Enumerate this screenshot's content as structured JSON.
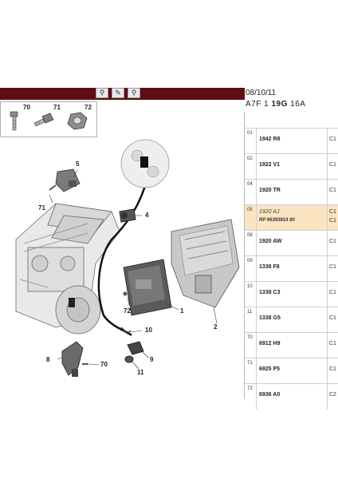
{
  "toolbar": {
    "buttons": [
      {
        "icon": "zoom-icon",
        "glyph": "⚲"
      },
      {
        "icon": "pen-icon",
        "glyph": "✎"
      },
      {
        "icon": "zoom-plus-icon",
        "glyph": "⚲"
      }
    ]
  },
  "header": {
    "date": "08/10/11",
    "code_prefix": "A7F 1",
    "code_bold": "19G",
    "code_suffix": "16A"
  },
  "parts_box": {
    "callouts": [
      "70",
      "71",
      "72"
    ]
  },
  "diagram": {
    "callouts": [
      "5",
      "71",
      "4",
      "72",
      "1",
      "2",
      "10",
      "9",
      "11",
      "8",
      "70"
    ]
  },
  "parts_list": [
    {
      "idx": "01",
      "ref": "1942 R8",
      "qty": "C1"
    },
    {
      "idx": "02",
      "ref": "1922 V1",
      "qty": "C1"
    },
    {
      "idx": "04",
      "ref": "1920 TR",
      "qty": "C1"
    },
    {
      "idx": "05",
      "ref": "1920 AJ",
      "sub": "RP 96393814 80",
      "qty": "C1",
      "qty2": "C1",
      "selected": true
    },
    {
      "idx": "08",
      "ref": "1920 AW",
      "qty": "C1"
    },
    {
      "idx": "09",
      "ref": "1338 F8",
      "qty": "C1"
    },
    {
      "idx": "10",
      "ref": "1338 C3",
      "qty": "C1"
    },
    {
      "idx": "11",
      "ref": "1338 G5",
      "qty": "C1"
    },
    {
      "idx": "70",
      "ref": "6912 H9",
      "qty": "C1"
    },
    {
      "idx": "71",
      "ref": "6925 P5",
      "qty": "C1"
    },
    {
      "idx": "72",
      "ref": "6936 A0",
      "qty": "C2"
    }
  ]
}
